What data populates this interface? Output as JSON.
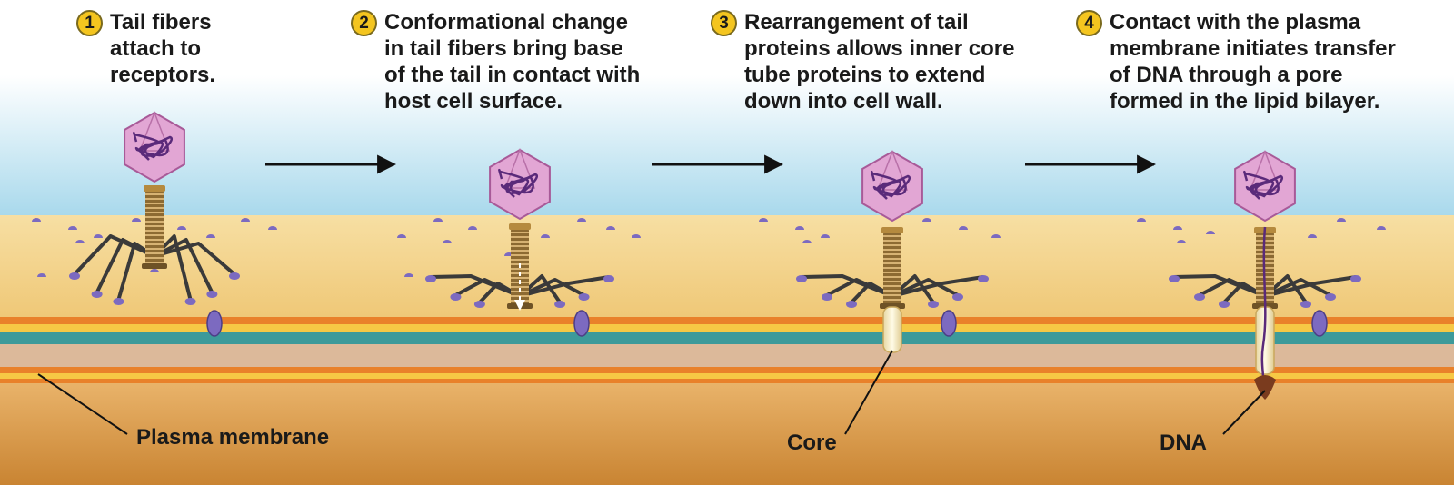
{
  "steps": [
    {
      "number": "1",
      "text": "Tail fibers\nattach to\nreceptors."
    },
    {
      "number": "2",
      "text": "Conformational change\nin tail fibers bring base\nof the tail in contact with\nhost cell surface."
    },
    {
      "number": "3",
      "text": "Rearrangement of tail\nproteins allows inner core\ntube proteins to extend\ndown into cell wall."
    },
    {
      "number": "4",
      "text": "Contact with the plasma\nmembrane initiates transfer\nof DNA through a pore\nformed in the lipid bilayer."
    }
  ],
  "labels": {
    "plasma_membrane": "Plasma membrane",
    "core": "Core",
    "dna": "DNA"
  },
  "colors": {
    "badge": "#f4c51f",
    "sky": "#bfe3f1",
    "cell_wall": "#f2d493",
    "membrane_orange": "#e9812a",
    "membrane_teal": "#3d9a9a",
    "cytoplasm": "#d99a48",
    "capsid": "#e2a6d4",
    "dna": "#5a2a7a",
    "receptor": "#7c6ac0"
  }
}
